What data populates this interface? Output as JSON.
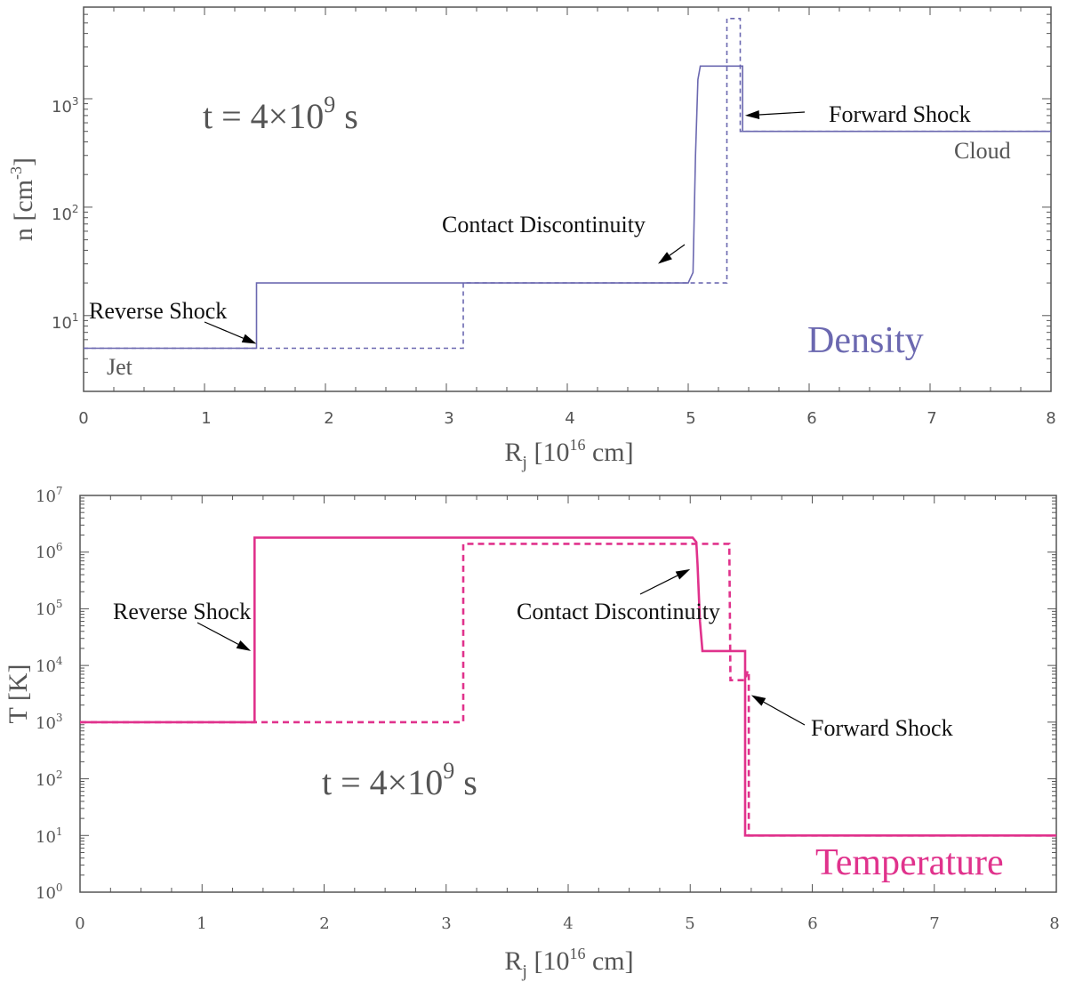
{
  "chart_data": [
    {
      "type": "line",
      "panel": "density",
      "title": "Density",
      "title_color": "#6b68b0",
      "line_color": "#6b68b0",
      "xlabel": "R_j [10^16 cm]",
      "ylabel": "n [cm^-3]",
      "xlim": [
        0,
        8
      ],
      "ylim": [
        2,
        7000
      ],
      "yscale": "log",
      "x_ticks": [
        "0",
        "1",
        "2",
        "3",
        "4",
        "5",
        "6",
        "7",
        "8"
      ],
      "y_ticks": [
        {
          "base": "10",
          "exp": "1",
          "value": 10
        },
        {
          "base": "10",
          "exp": "2",
          "value": 100
        },
        {
          "base": "10",
          "exp": "3",
          "value": 1000
        }
      ],
      "time_label": {
        "prefix": "t = 4×10",
        "exp": "9",
        "suffix": " s"
      },
      "region_labels": {
        "left": "Jet",
        "right": "Cloud"
      },
      "series": [
        {
          "style": "solid",
          "x": [
            0,
            1.43,
            1.43,
            5.0,
            5.04,
            5.06,
            5.08,
            5.1,
            5.45,
            5.45,
            8.0
          ],
          "y": [
            5,
            5,
            20,
            20,
            25,
            300,
            1500,
            2000,
            2000,
            500,
            500
          ]
        },
        {
          "style": "dashed",
          "x": [
            0,
            3.14,
            3.14,
            5.32,
            5.32,
            5.43,
            5.43,
            8.0
          ],
          "y": [
            5,
            5,
            20,
            20,
            5500,
            5500,
            500,
            500
          ]
        }
      ],
      "annotations": [
        {
          "text": "Reverse Shock",
          "tip_x": 1.43,
          "tip_y": 5.5
        },
        {
          "text": "Contact Discontinuity",
          "tip_x": 4.75,
          "tip_y": 30
        },
        {
          "text": "Forward Shock",
          "tip_x": 5.47,
          "tip_y": 700
        }
      ]
    },
    {
      "type": "line",
      "panel": "temperature",
      "title": "Temperature",
      "title_color": "#e0328c",
      "line_color": "#e0328c",
      "xlabel": "R_j [10^16 cm]",
      "ylabel": "T [K]",
      "xlim": [
        0,
        8
      ],
      "ylim": [
        1,
        10000000
      ],
      "yscale": "log",
      "x_ticks": [
        "0",
        "1",
        "2",
        "3",
        "4",
        "5",
        "6",
        "7",
        "8"
      ],
      "y_ticks": [
        {
          "base": "10",
          "exp": "0",
          "value": 1
        },
        {
          "base": "10",
          "exp": "1",
          "value": 10
        },
        {
          "base": "10",
          "exp": "2",
          "value": 100
        },
        {
          "base": "10",
          "exp": "3",
          "value": 1000
        },
        {
          "base": "10",
          "exp": "4",
          "value": 10000
        },
        {
          "base": "10",
          "exp": "5",
          "value": 100000
        },
        {
          "base": "10",
          "exp": "6",
          "value": 1000000
        },
        {
          "base": "10",
          "exp": "7",
          "value": 10000000
        }
      ],
      "time_label": {
        "prefix": "t = 4×10",
        "exp": "9",
        "suffix": " s"
      },
      "series": [
        {
          "style": "solid",
          "x": [
            0,
            1.43,
            1.43,
            5.02,
            5.05,
            5.06,
            5.08,
            5.1,
            5.45,
            5.45,
            8.0
          ],
          "y": [
            1000,
            1000,
            1800000,
            1800000,
            1500000,
            600000,
            60000,
            18000,
            18000,
            10,
            10
          ]
        },
        {
          "style": "dashed",
          "x": [
            0,
            3.14,
            3.14,
            5.32,
            5.33,
            5.45,
            5.47,
            5.48,
            5.48,
            5.5,
            8.0
          ],
          "y": [
            1000,
            1000,
            1400000,
            1400000,
            5500,
            5500,
            8000,
            8000,
            10,
            10,
            10
          ]
        }
      ],
      "annotations": [
        {
          "text": "Reverse Shock",
          "tip_x": 1.4,
          "tip_y": 18000
        },
        {
          "text": "Contact Discontinuity",
          "tip_x": 5.0,
          "tip_y": 500000
        },
        {
          "text": "Forward Shock",
          "tip_x": 5.5,
          "tip_y": 3000
        }
      ]
    }
  ]
}
